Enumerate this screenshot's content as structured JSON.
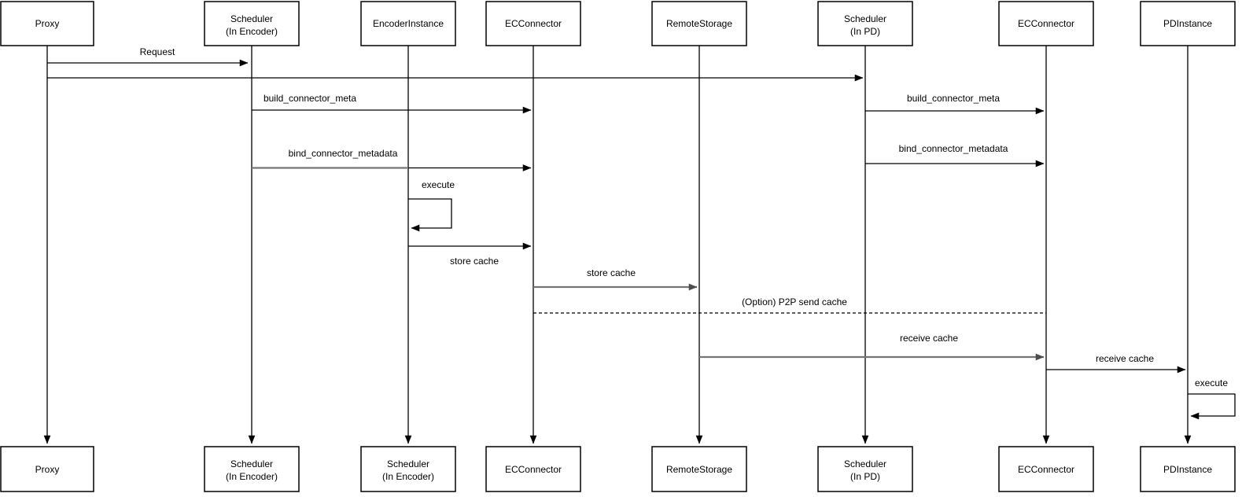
{
  "diagram": {
    "type": "sequence-diagram",
    "colors": {
      "background": "#ffffff",
      "line": "#000000",
      "emphasis_line": "#757575",
      "box_fill": "#ffffff"
    },
    "actors_top": [
      {
        "lines": [
          "Proxy"
        ]
      },
      {
        "lines": [
          "Scheduler",
          "(In Encoder)"
        ]
      },
      {
        "lines": [
          "EncoderInstance"
        ]
      },
      {
        "lines": [
          "ECConnector"
        ]
      },
      {
        "lines": [
          "RemoteStorage"
        ]
      },
      {
        "lines": [
          "Scheduler",
          "(In PD)"
        ]
      },
      {
        "lines": [
          "ECConnector"
        ]
      },
      {
        "lines": [
          "PDInstance"
        ]
      }
    ],
    "actors_bottom": [
      {
        "lines": [
          "Proxy"
        ]
      },
      {
        "lines": [
          "Scheduler",
          "(In Encoder)"
        ]
      },
      {
        "lines": [
          "Scheduler",
          "(In Encoder)"
        ]
      },
      {
        "lines": [
          "ECConnector"
        ]
      },
      {
        "lines": [
          "RemoteStorage"
        ]
      },
      {
        "lines": [
          "Scheduler",
          "(In PD)"
        ]
      },
      {
        "lines": [
          "ECConnector"
        ]
      },
      {
        "lines": [
          "PDInstance"
        ]
      }
    ],
    "messages": {
      "request": {
        "label": "Request",
        "from": "Proxy",
        "to": "Scheduler (In Encoder)",
        "style": "solid"
      },
      "proxy_to_scheduler_pd": {
        "label": "",
        "from": "Proxy",
        "to": "Scheduler (In PD)",
        "style": "solid"
      },
      "build_meta_encoder": {
        "label": "build_connector_meta",
        "from": "Scheduler (In Encoder)",
        "to": "ECConnector",
        "style": "solid"
      },
      "build_meta_pd": {
        "label": "build_connector_meta",
        "from": "Scheduler (In PD)",
        "to": "ECConnector",
        "style": "solid"
      },
      "bind_metadata_encoder": {
        "label": "bind_connector_metadata",
        "from": "Scheduler (In Encoder)",
        "to": "ECConnector",
        "style": "solid-with-gray-overlay"
      },
      "bind_metadata_pd": {
        "label": "bind_connector_metadata",
        "from": "Scheduler (In PD)",
        "to": "ECConnector",
        "style": "solid"
      },
      "execute_encoder": {
        "label": "execute",
        "from": "EncoderInstance",
        "to": "EncoderInstance",
        "style": "self-loop"
      },
      "encoder_store_to_ec": {
        "label": "store cache",
        "from": "EncoderInstance",
        "to": "ECConnector",
        "style": "solid"
      },
      "store_cache_remote": {
        "label": "store cache",
        "from": "ECConnector",
        "to": "RemoteStorage",
        "style": "thick-gray"
      },
      "p2p_send_cache": {
        "label": "(Option) P2P send cache",
        "from": "ECConnector",
        "to": "ECConnector (PD side)",
        "style": "dashed"
      },
      "receive_cache_remote": {
        "label": "receive cache",
        "from": "RemoteStorage",
        "to": "ECConnector (PD side)",
        "style": "thick-gray"
      },
      "receive_cache_pd": {
        "label": "receive cache",
        "from": "ECConnector (PD side)",
        "to": "PDInstance",
        "style": "solid"
      },
      "execute_pd": {
        "label": "execute",
        "from": "PDInstance",
        "to": "PDInstance",
        "style": "self-loop"
      }
    }
  }
}
